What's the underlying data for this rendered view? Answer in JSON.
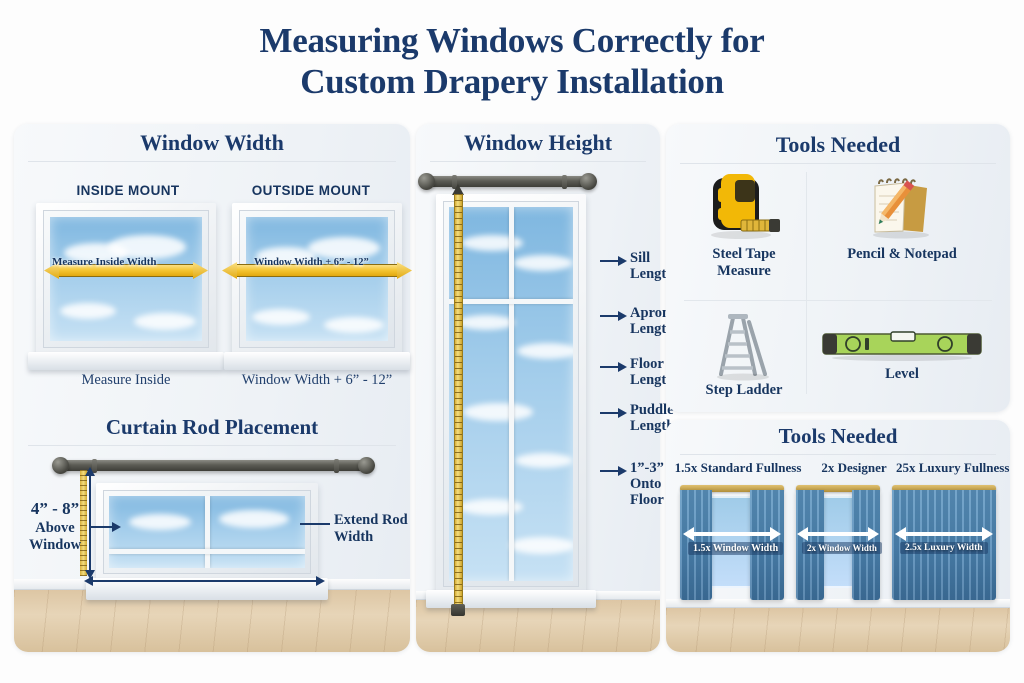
{
  "title": {
    "line1": "Measuring Windows Correctly for",
    "line2": "Custom Drapery Installation"
  },
  "colors": {
    "navy": "#1b3a6b",
    "heading": "#17355f",
    "yellow_arrow": "#f4c430",
    "curtain_blue": "#4d86b5",
    "glass_blue": "#a3cdeb",
    "level_green": "#a8d45a",
    "tape_yellow": "#f2b807",
    "panel_bg": "#f3f5f8"
  },
  "sections": {
    "window_width": {
      "heading": "Window Width",
      "variants": [
        {
          "mount_label": "INSIDE MOUNT",
          "arrow_caption": "Measure Inside Width",
          "caption": "Measure Inside"
        },
        {
          "mount_label": "OUTSIDE MOUNT",
          "arrow_caption": "Window Width + 6” - 12”",
          "caption": "Window Width + 6” - 12”"
        }
      ]
    },
    "curtain_rod_placement": {
      "heading": "Curtain Rod Placement",
      "above_window_label": "4” - 8”\nAbove\nWindow",
      "above_window_value": "4” - 8”",
      "above_window_sub": "Above\nWindow",
      "extend_rod_label": "Extend Rod\nWidth"
    },
    "window_height": {
      "heading": "Window Height",
      "labels": [
        "Sill\nLength",
        "Apron\nLength",
        "Floor\nLength",
        "Puddle\nLength",
        "1”-3”\nOnto\nFloor"
      ]
    },
    "tools_needed": {
      "heading": "Tools Needed",
      "tools": [
        {
          "name": "Steel Tape\nMeasure",
          "icon": "tape-measure-icon"
        },
        {
          "name": "Pencil & Notepad",
          "icon": "pencil-notepad-icon"
        },
        {
          "name": "Step Ladder",
          "icon": "step-ladder-icon"
        },
        {
          "name": "Level",
          "icon": "level-icon"
        }
      ]
    },
    "fullness": {
      "heading": "Tools Needed",
      "options": [
        {
          "title": "1.5x Standard Fullness",
          "badge": "1.5x Window Width"
        },
        {
          "title": "2x Designer",
          "badge": "2x Window Width"
        },
        {
          "title": "25x Luxury Fullness",
          "badge": "2.5x Luxury Width"
        }
      ]
    }
  }
}
